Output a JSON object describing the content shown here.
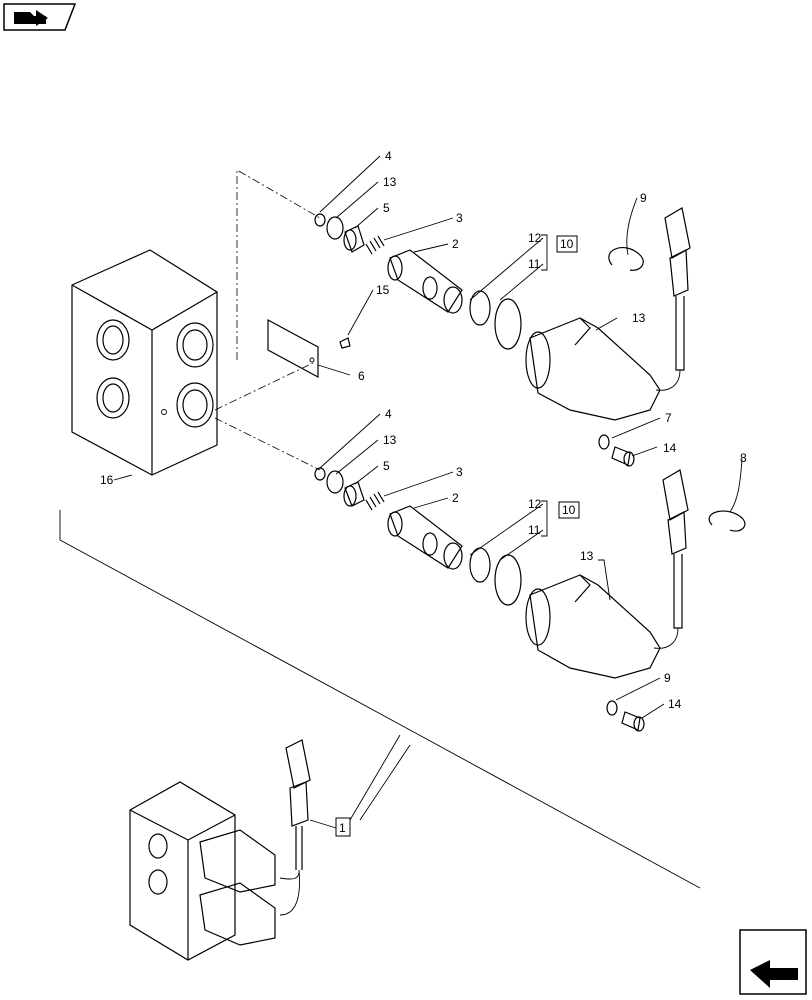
{
  "labels": {
    "top_4": "4",
    "top_13": "13",
    "top_5": "5",
    "top_3": "3",
    "top_2": "2",
    "top_12": "12",
    "top_11": "11",
    "top_10": "10",
    "top_9": "9",
    "top_15": "15",
    "top_6": "6",
    "top_13_solenoid": "13",
    "top_7": "7",
    "top_14": "14",
    "body_16": "16",
    "bot_4": "4",
    "bot_13": "13",
    "bot_5": "5",
    "bot_3": "3",
    "bot_2": "2",
    "bot_12": "12",
    "bot_11": "11",
    "bot_10": "10",
    "bot_8": "8",
    "bot_13_solenoid": "13",
    "bot_9": "9",
    "bot_14": "14",
    "assembly_1": "1"
  },
  "icons": {
    "top_left": "book-arrow-icon",
    "bottom_right": "next-page-arrow-icon"
  }
}
